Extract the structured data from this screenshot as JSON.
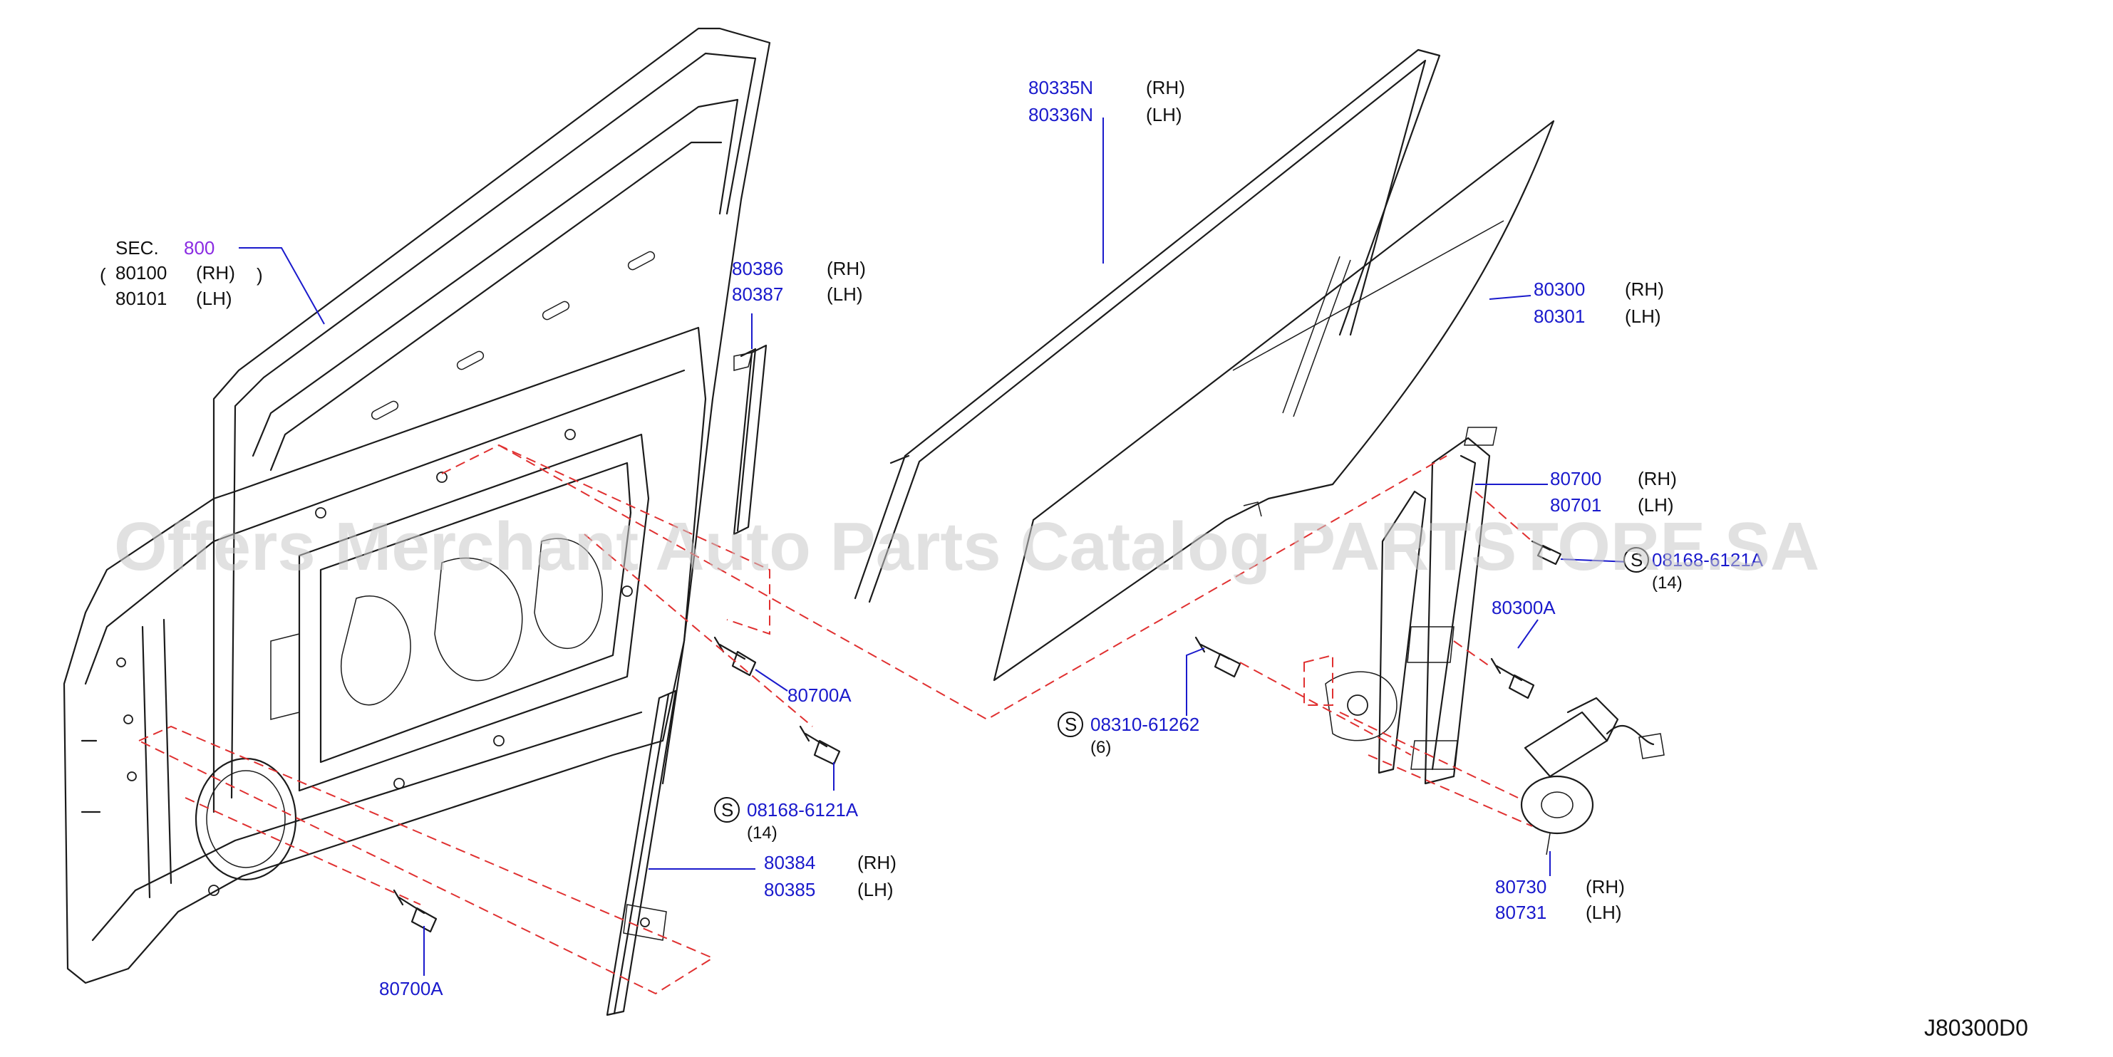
{
  "watermark": "Offers Merchant Auto Parts Catalog PARTSTORE.SA",
  "diagram_code": "J80300D0",
  "labels": {
    "sec_prefix": "SEC.",
    "sec_num": "800",
    "p80100": "80100",
    "p80100_side": "(RH)",
    "p80101": "80101",
    "p80101_side": "(LH)",
    "p80335N": "80335N",
    "p80335N_side": "(RH)",
    "p80336N": "80336N",
    "p80336N_side": "(LH)",
    "p80386": "80386",
    "p80386_side": "(RH)",
    "p80387": "80387",
    "p80387_side": "(LH)",
    "p80300": "80300",
    "p80300_side": "(RH)",
    "p80301": "80301",
    "p80301_side": "(LH)",
    "p80700": "80700",
    "p80700_side": "(RH)",
    "p80701": "80701",
    "p80701_side": "(LH)",
    "s_mark": "S",
    "bolt_right": "08168-6121A",
    "bolt_right_qty": "(14)",
    "p80300A": "80300A",
    "p80700A_upper": "80700A",
    "screw_mid": "08310-61262",
    "screw_mid_qty": "(6)",
    "bolt_left": "08168-6121A",
    "bolt_left_qty": "(14)",
    "p80384": "80384",
    "p80384_side": "(RH)",
    "p80385": "80385",
    "p80385_side": "(LH)",
    "p80730": "80730",
    "p80730_side": "(RH)",
    "p80731": "80731",
    "p80731_side": "(LH)",
    "p80700A_lower": "80700A"
  }
}
